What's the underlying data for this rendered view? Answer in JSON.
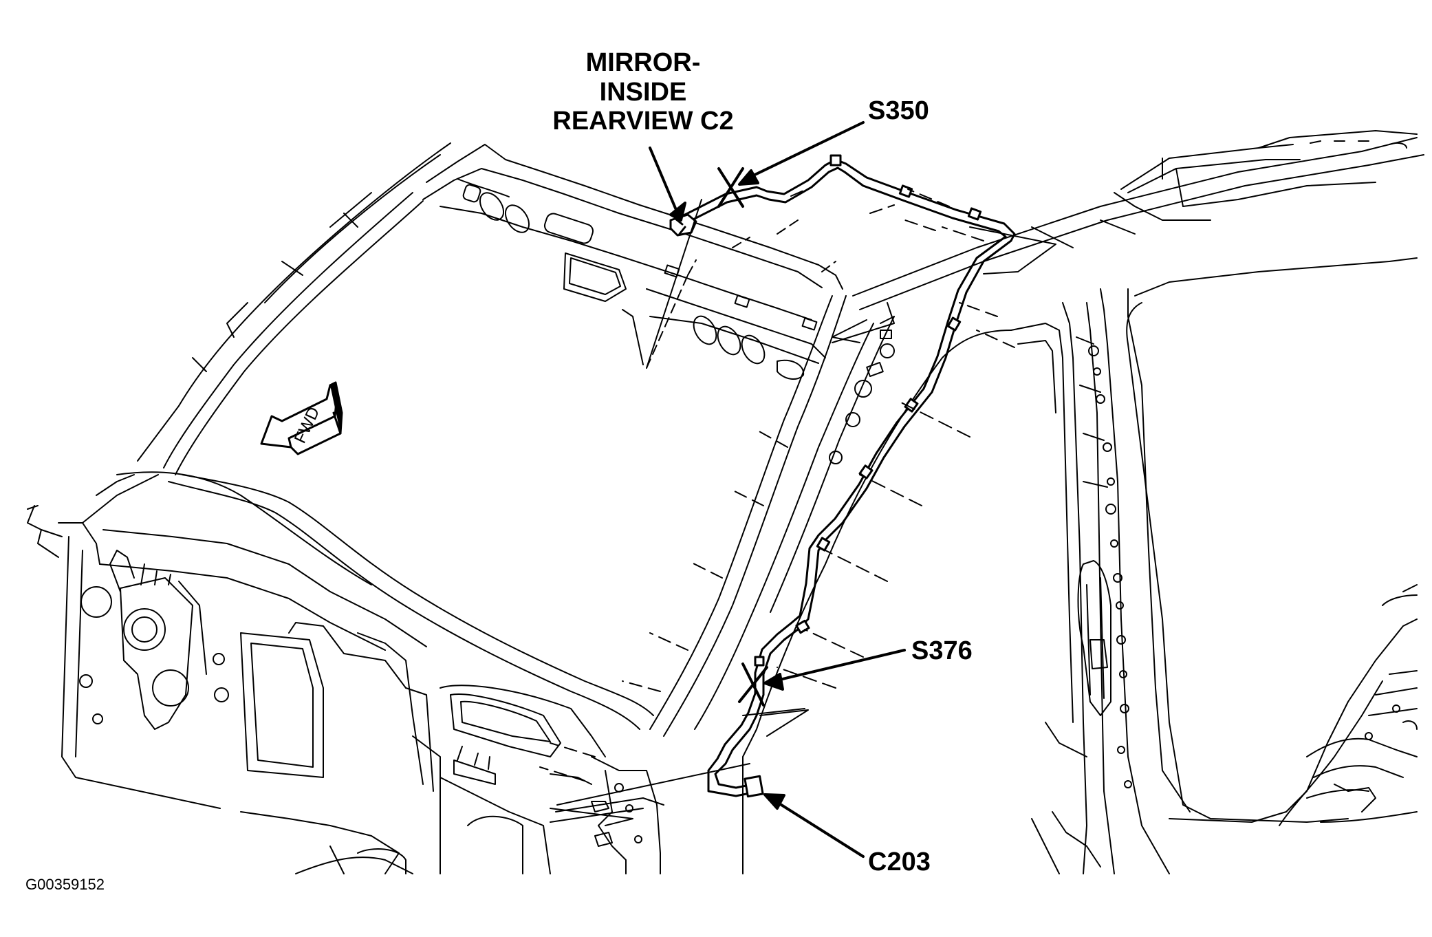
{
  "callouts": {
    "mirror_line1": "MIRROR-",
    "mirror_line2": "INSIDE",
    "mirror_line3": "REARVIEW C2",
    "s350": "S350",
    "s376": "S376",
    "c203": "C203"
  },
  "fwd_arrow_text": "FWD",
  "figure_id": "G00359152"
}
